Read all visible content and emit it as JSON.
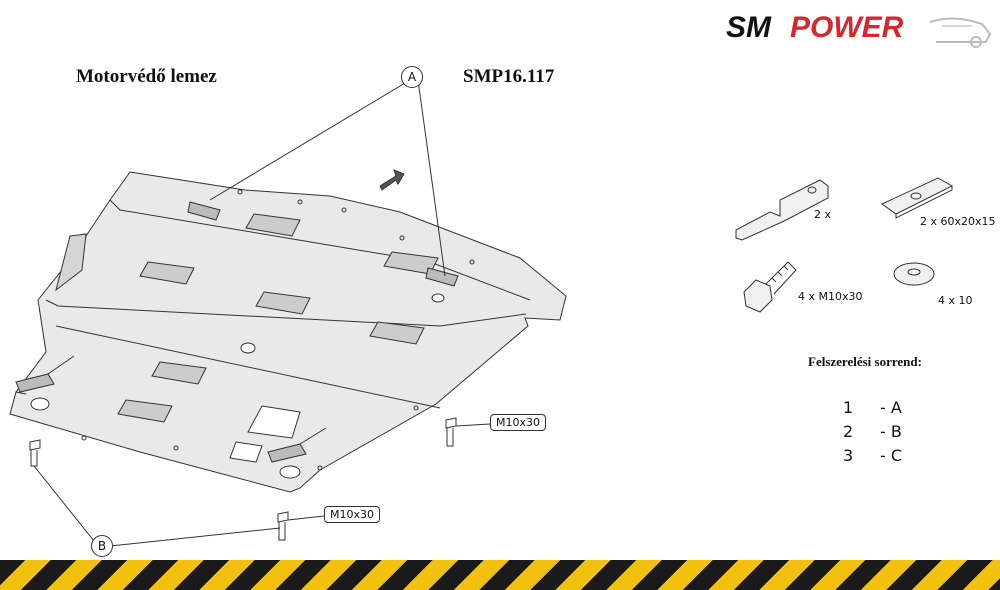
{
  "header": {
    "title": "Motorvédő lemez",
    "code": "SMP16.117",
    "logo_sm": "SM",
    "logo_power": "POWER",
    "brand_red": "#d8262c"
  },
  "parts": {
    "bracket_qty": "2 x",
    "plate_qty": "2 x  60x20x15",
    "bolt_qty": "4  x   M10x30",
    "washer_qty": "4  x   10"
  },
  "callouts": {
    "a": "A",
    "b": "B",
    "bolt_left": "M10x30",
    "bolt_bottom": "M10x30"
  },
  "order": {
    "title": "Felszerelési sorrend:",
    "steps": [
      {
        "num": "1",
        "label": "- A"
      },
      {
        "num": "2",
        "label": "- B"
      },
      {
        "num": "3",
        "label": "- C"
      }
    ]
  },
  "colors": {
    "hazard_yellow": "#f2c10f",
    "hazard_black": "#1a1a1a",
    "plate_fill": "#e9e9e9"
  }
}
